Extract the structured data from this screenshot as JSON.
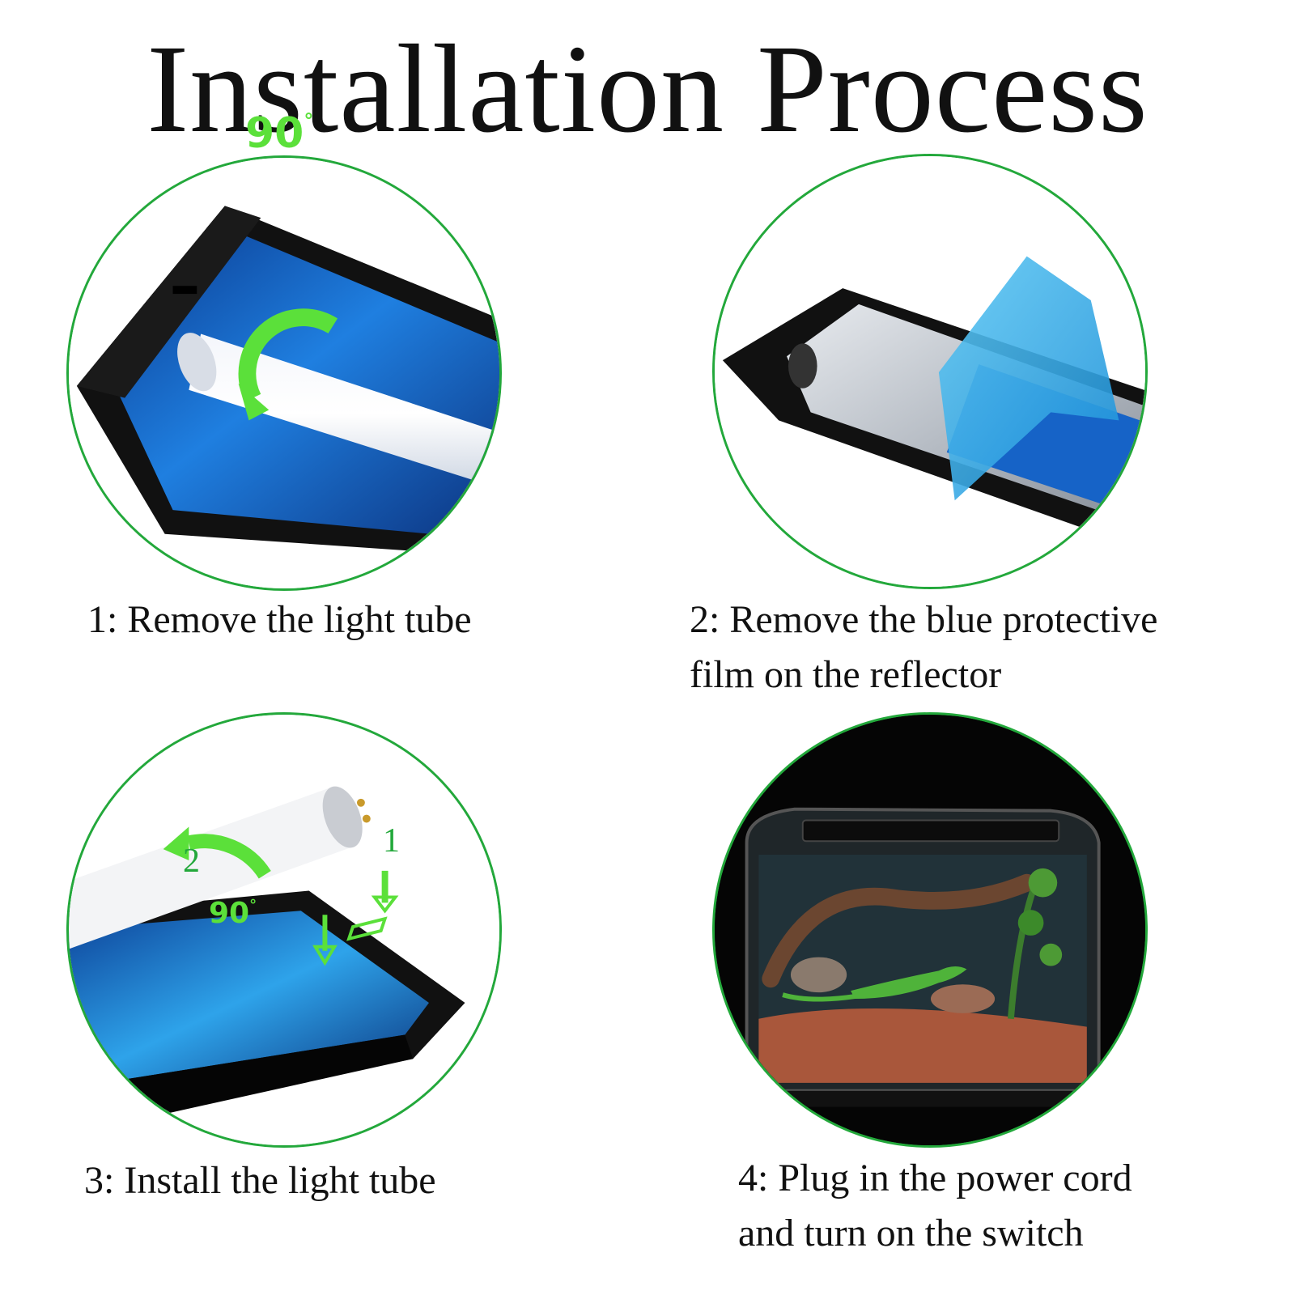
{
  "page": {
    "title": "Installation Process",
    "accent_color": "#23a83b",
    "reflector_color": "#1a5fc9"
  },
  "steps": [
    {
      "lines": [
        "1: Remove the light tube"
      ],
      "overlay": {
        "angle_label": "90",
        "angle_unit": "°"
      },
      "icon": "rotate-arrow-icon"
    },
    {
      "lines": [
        "2: Remove the blue protective",
        "film on the reflector"
      ],
      "icon": "peeling-film"
    },
    {
      "lines": [
        "3: Install the light tube"
      ],
      "overlay": {
        "step_a": "1",
        "step_b": "2",
        "angle_label": "90",
        "angle_unit": "°"
      },
      "icon": "rotate-arrow-icon"
    },
    {
      "lines": [
        "4: Plug in the power cord",
        "and turn on the switch"
      ],
      "icon": "reptile-terrarium"
    }
  ]
}
